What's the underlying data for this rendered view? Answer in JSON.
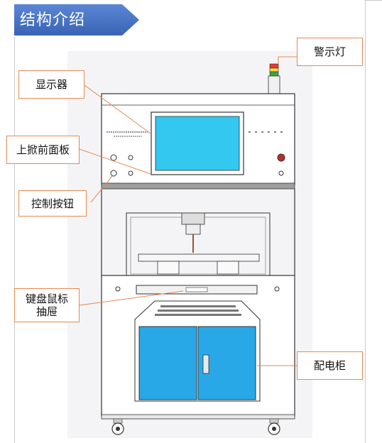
{
  "title": "结构介绍",
  "labels": {
    "alarm_light": "警示灯",
    "display": "显示器",
    "front_panel": "上掀前面板",
    "control_buttons": "控制按钮",
    "keyboard_drawer_line1": "键盘鼠标",
    "keyboard_drawer_line2": "抽屉",
    "electric_cabinet": "配电柜"
  },
  "colors": {
    "banner": "#4472c4",
    "callout_border": "#e58a52",
    "screen": "#33c8f0",
    "cabinet_door": "#29a8e8",
    "outline": "#333333"
  }
}
